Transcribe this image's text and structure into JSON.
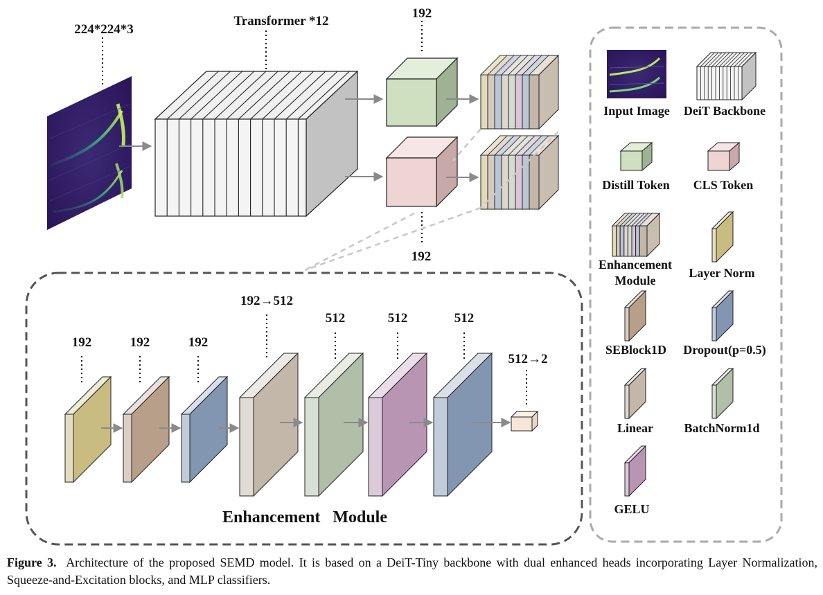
{
  "top": {
    "input_dim": "224*224*3",
    "transformer_label": "Transformer *12",
    "distill_dim": "192",
    "cls_dim": "192"
  },
  "enhancement": {
    "title": "Enhancement   Module",
    "layers": [
      {
        "dim": "192"
      },
      {
        "dim": "192"
      },
      {
        "dim": "192"
      },
      {
        "dim": "192→512"
      },
      {
        "dim": "512"
      },
      {
        "dim": "512"
      },
      {
        "dim": "512"
      },
      {
        "dim": "512→2"
      }
    ]
  },
  "legend": {
    "input_image": "Input Image",
    "deit_backbone": "DeiT Backbone",
    "distill_token": "Distill Token",
    "cls_token": "CLS Token",
    "enhancement_module_line1": "Enhancement",
    "enhancement_module_line2": "Module",
    "layer_norm": "Layer Norm",
    "seblock": "SEBlock1D",
    "dropout": "Dropout(p=0.5)",
    "linear": "Linear",
    "batchnorm": "BatchNorm1d",
    "gelu": "GELU"
  },
  "colors": {
    "layer_norm": "#c9bc80",
    "seblock": "#b79f8a",
    "dropout": "#8296b2",
    "linear": "#c3b7aa",
    "batchnorm": "#b1bfa9",
    "gelu": "#b995b4",
    "distill": "#cfe0c0",
    "cls": "#efd4d4",
    "backbone": "#f2f2f2"
  },
  "caption": {
    "label": "Figure 3.",
    "text": "Architecture of the proposed SEMD model.  It is based on a DeiT-Tiny backbone with dual enhanced heads incorporating Layer Normalization, Squeeze-and-Excitation blocks, and MLP classifiers."
  }
}
